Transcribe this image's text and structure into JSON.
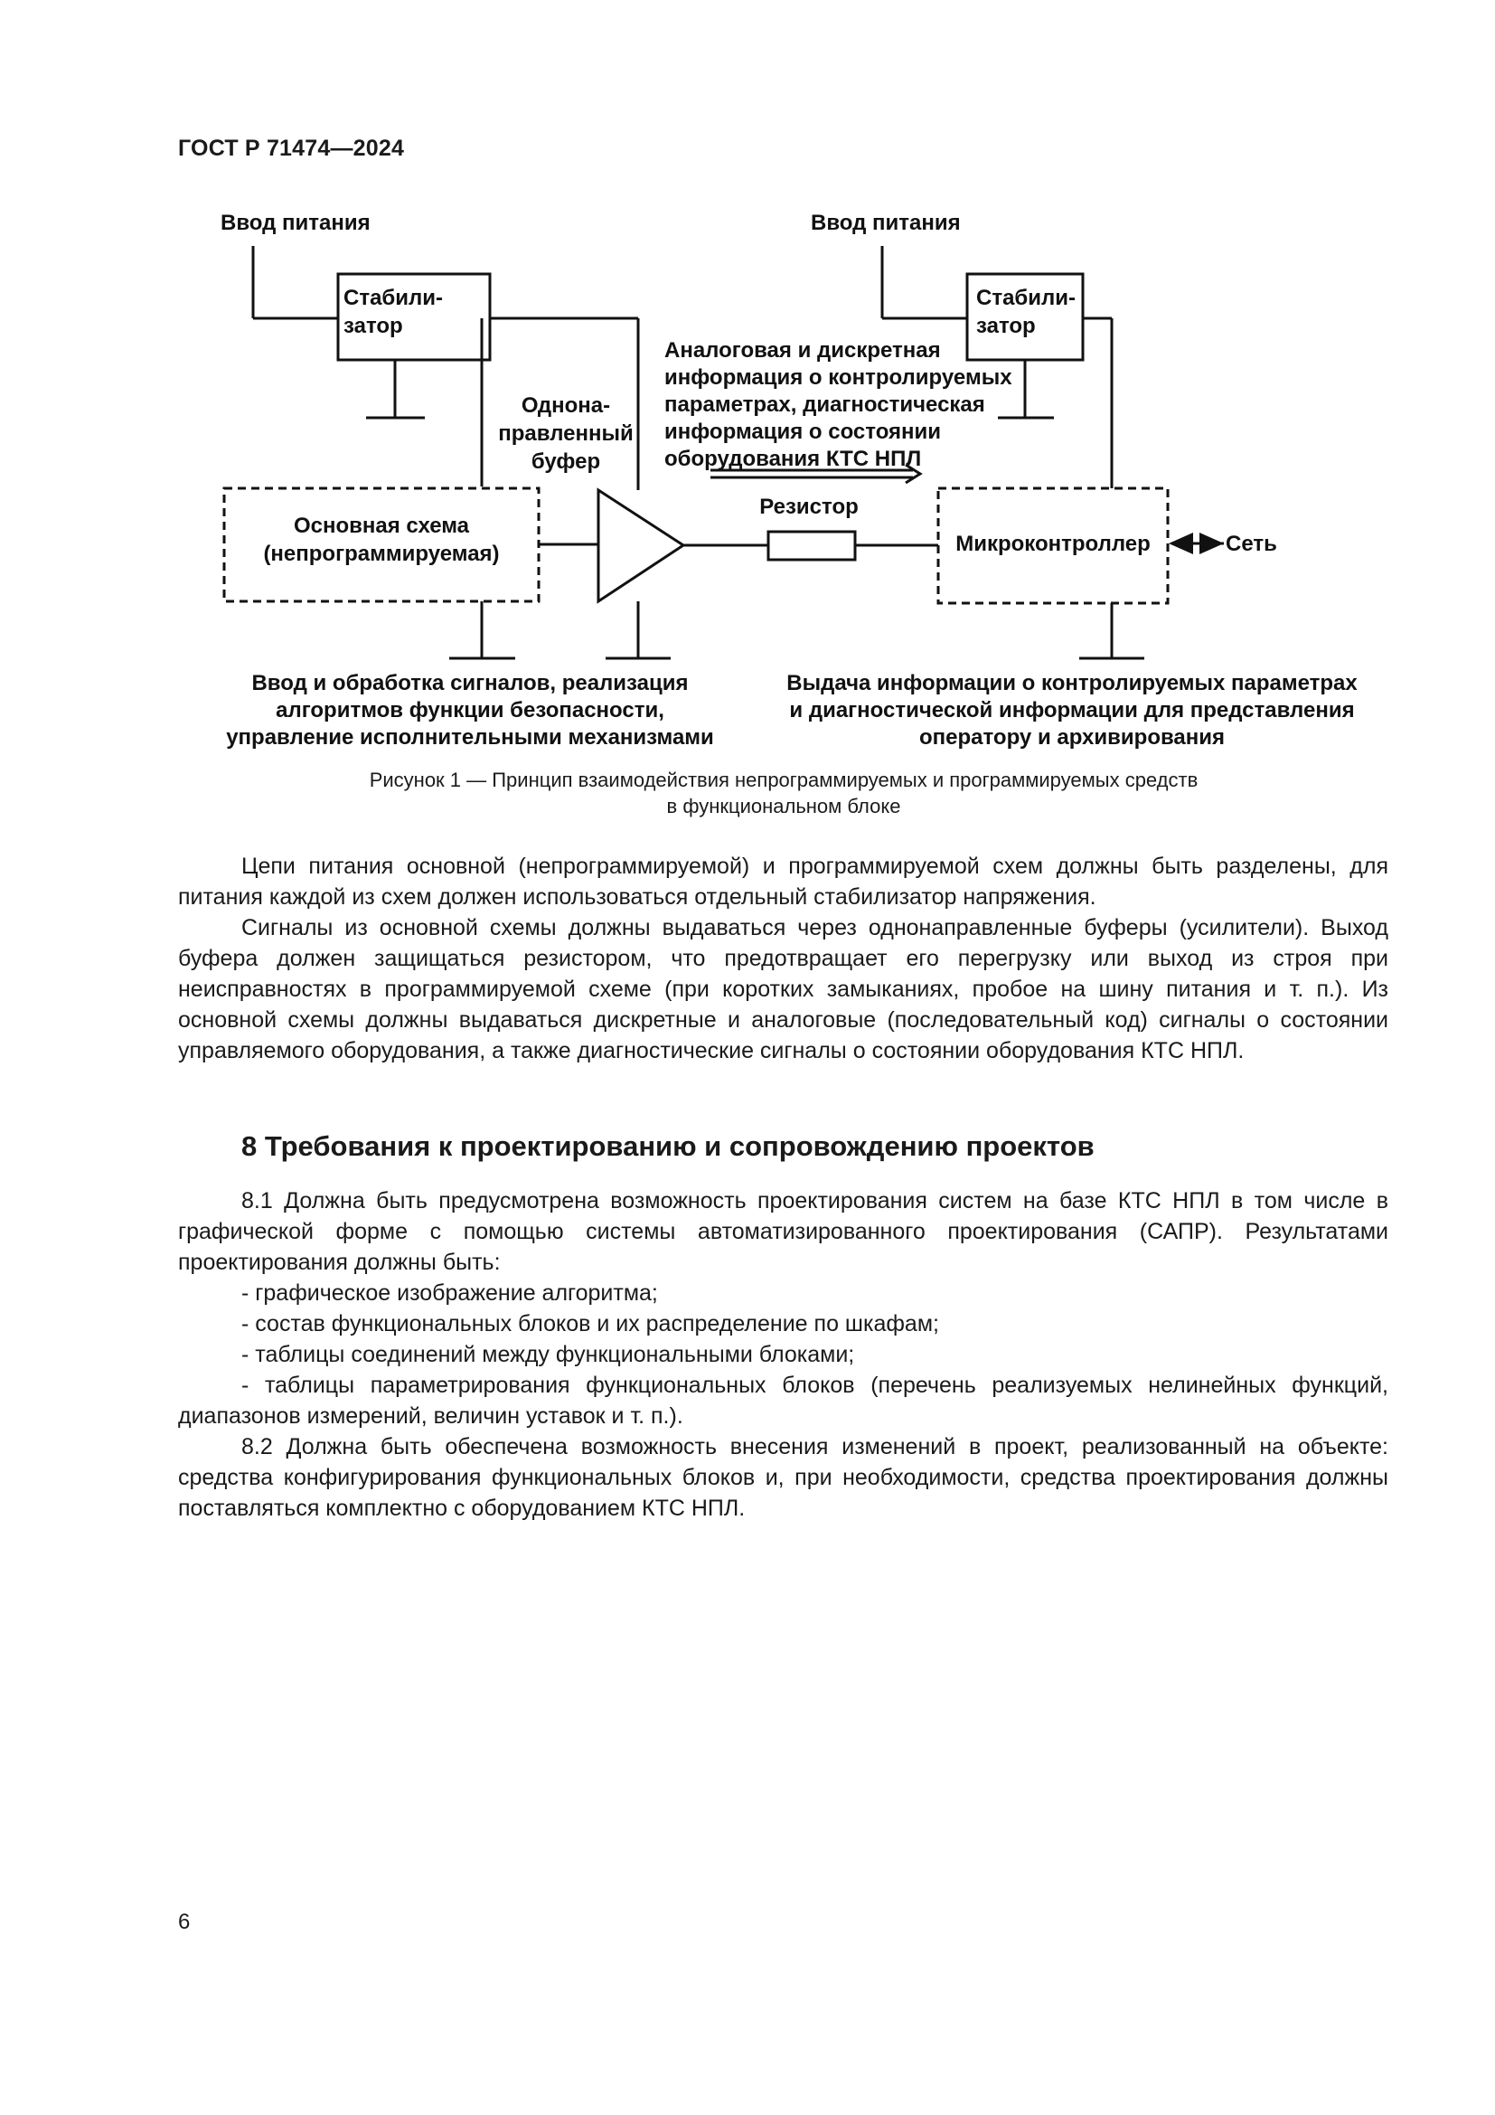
{
  "header": {
    "doc_code": "ГОСТ Р 71474—2024"
  },
  "diagram": {
    "power_input_left": "Ввод питания",
    "power_input_right": "Ввод питания",
    "stabilizer_left": [
      "Стабили-",
      "затор"
    ],
    "stabilizer_right": [
      "Стабили-",
      "затор"
    ],
    "buffer_label": [
      "Однона-",
      "правленный",
      "буфер"
    ],
    "main_circuit": [
      "Основная схема",
      "(непрограммируемая)"
    ],
    "info_label": [
      "Аналоговая и дискретная",
      "информация о контролируемых",
      "параметрах, диагностическая",
      "информация о состоянии",
      "оборудования  КТС НПЛ"
    ],
    "resistor_label": "Резистор",
    "microcontroller_label": "Микроконтроллер",
    "network_label": "Сеть",
    "left_function": [
      "Ввод и обработка сигналов, реализация",
      "алгоритмов функции безопасности,",
      "управление исполнительными механизмами"
    ],
    "right_function": [
      "Выдача информации о контролируемых параметрах",
      "и диагностической информации для представления",
      "оператору и архивирования"
    ]
  },
  "caption": [
    "Рисунок 1 — Принцип взаимодействия непрограммируемых и программируемых средств",
    "в  функциональном  блоке"
  ],
  "paragraphs_top": [
    "Цепи питания основной (непрограммируемой) и программируемой схем должны быть разделены, для питания каждой из схем должен использоваться отдельный стабилизатор напряжения.",
    "Сигналы из основной схемы должны выдаваться через однонаправленные буферы (усилители). Выход буфера должен защищаться резистором, что предотвращает его перегрузку или выход из строя при неисправностях в программируемой схеме (при коротких замыканиях, пробое на шину питания и т. п.). Из основной схемы должны выдаваться дискретные и аналоговые (последовательный код) сигналы о состоянии управляемого оборудования, а также диагностические сигналы о состоянии оборудования КТС НПЛ."
  ],
  "section": {
    "title": "8  Требования к проектированию и сопровождению проектов"
  },
  "paragraphs_section": {
    "p81": "8.1 Должна быть предусмотрена возможность проектирования систем на базе КТС НПЛ в том числе в графической форме с помощью системы автоматизированного проектирования (САПР). Результатами проектирования должны быть:",
    "list": [
      "-  графическое изображение алгоритма;",
      "-  состав функциональных блоков и их распределение по шкафам;",
      "-  таблицы соединений между функциональными блоками;",
      "-  таблицы параметрирования функциональных блоков (перечень реализуемых нелинейных функций, диапазонов измерений, величин уставок и т. п.)."
    ],
    "p82": "8.2 Должна быть обеспечена возможность внесения изменений в проект, реализованный на объекте: средства конфигурирования функциональных блоков и, при необходимости, средства проектирования должны поставляться комплектно с оборудованием КТС НПЛ."
  },
  "page_number": "6"
}
